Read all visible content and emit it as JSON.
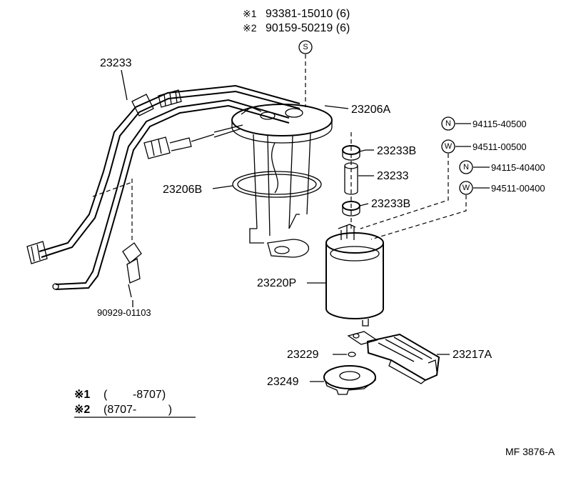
{
  "header_refs": [
    {
      "mark": "※1",
      "part": "93381-15010 (6)"
    },
    {
      "mark": "※2",
      "part": "90159-50219 (6)"
    }
  ],
  "symbols": {
    "s": "S",
    "n": "N",
    "w": "W"
  },
  "parts": {
    "fuel_line": "23233",
    "sender_plate": "23206A",
    "gasket": "23206B",
    "clip_upper": "23233B",
    "hose": "23233",
    "clip_lower": "23233B",
    "pump": "23220P",
    "connector": "90929-01103",
    "nut_1": "94115-40500",
    "washer_1": "94511-00500",
    "nut_2": "94115-40400",
    "washer_2": "94511-00400",
    "spacer": "23229",
    "filter": "23217A",
    "cushion": "23249"
  },
  "legend": [
    {
      "mark": "※1",
      "range": "(        -8707)"
    },
    {
      "mark": "※2",
      "range": "(8707-          )"
    }
  ],
  "figure_code": "MF 3876-A"
}
